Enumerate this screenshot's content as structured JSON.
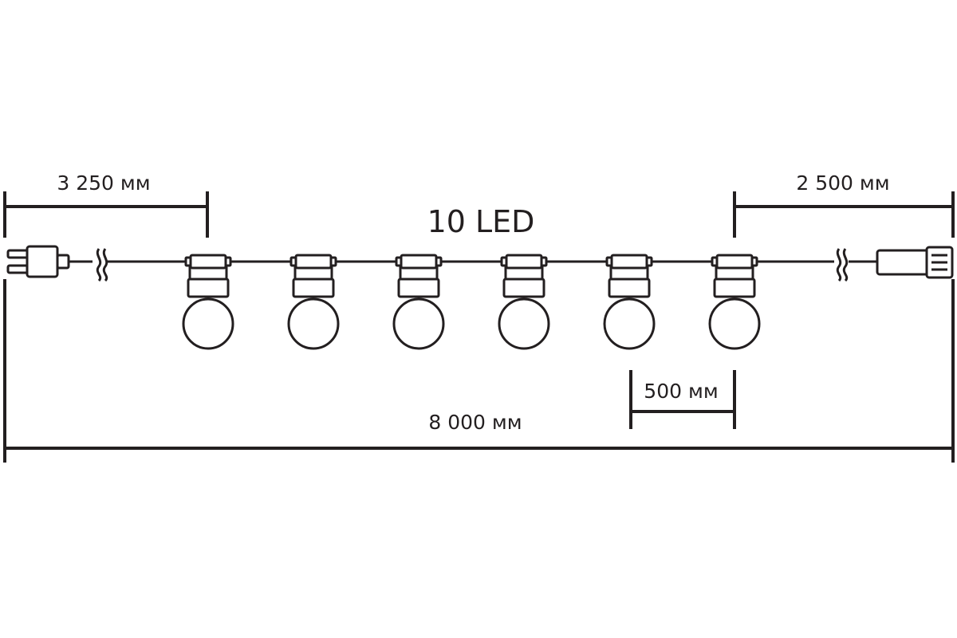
{
  "diagram": {
    "title": "10 LED",
    "dimensions": {
      "lead_in": "3 250 мм",
      "lead_out": "2 500 мм",
      "spacing": "500 мм",
      "total": "8 000 мм"
    },
    "bulbs_shown": 6,
    "line_color": "#231f20"
  }
}
